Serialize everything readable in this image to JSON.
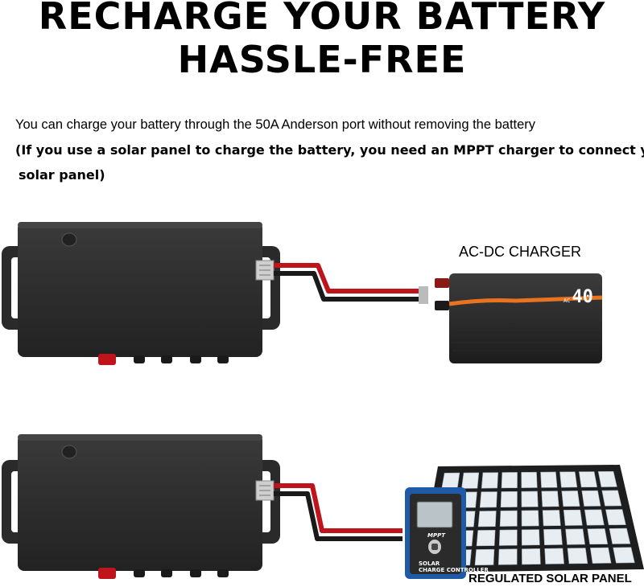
{
  "heading": {
    "line1": "RECHARGE YOUR BATTERY",
    "line2": "HASSLE-FREE"
  },
  "body": {
    "line1": "You can charge your battery through the 50A Anderson port without removing the battery",
    "line2": "(If you use a solar panel to charge the battery, you need an MPPT charger to connect your",
    "line3": "solar panel)"
  },
  "charger": {
    "label": "AC-DC CHARGER",
    "rating": "40",
    "rating_prefix": "AC"
  },
  "solar": {
    "label": "REGULATED SOLAR PANEL",
    "controller_label": "MPPT",
    "controller_brand_line1": "SOLAR",
    "controller_brand_line2": "CHARGE CONTROLLER"
  },
  "colors": {
    "battery_body": "#2b2b2b",
    "cable_red": "#c0141c",
    "charger_accent": "#e9731f",
    "panel_frame": "#1e1e1e",
    "panel_cell": "#e8edf2",
    "controller_blue": "#1e5aa8"
  },
  "icons": [
    "battery-icon",
    "ac-dc-charger-icon",
    "solar-panel-icon",
    "charge-controller-icon",
    "cable-icon"
  ]
}
